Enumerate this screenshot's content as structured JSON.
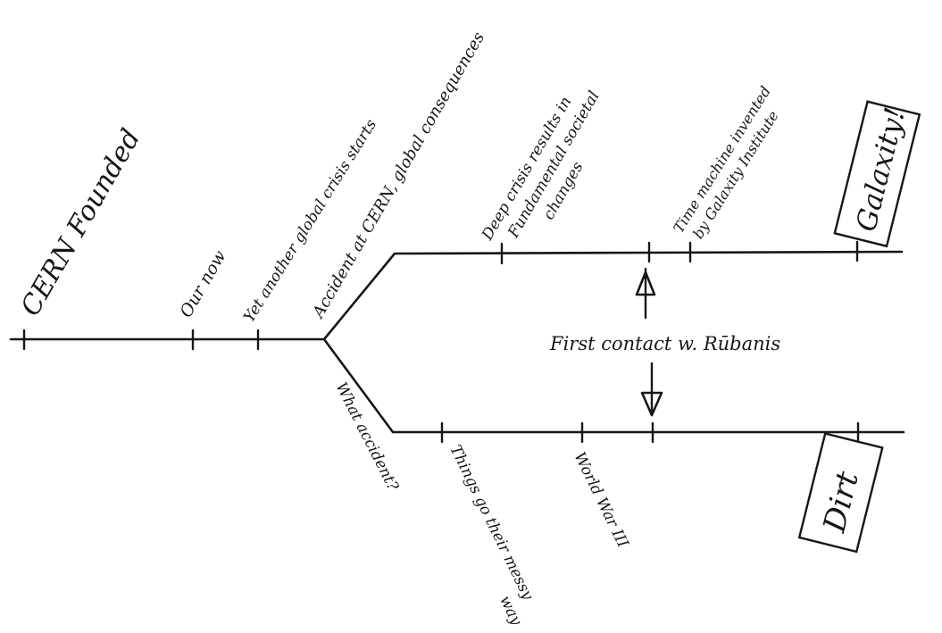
{
  "main_timeline": {
    "events": [
      {
        "key": "cern_founded",
        "label": "CERN Founded"
      },
      {
        "key": "our_now",
        "label": "Our now"
      },
      {
        "key": "yet_another_crisis",
        "label": "Yet another global crisis starts"
      },
      {
        "key": "accident_at_cern",
        "label": "Accident at CERN, global consequences"
      }
    ]
  },
  "upper_branch": {
    "events": [
      {
        "key": "deep_crisis",
        "lines": [
          "Deep crisis results in",
          "Fundamental societal",
          "changes"
        ]
      },
      {
        "key": "time_machine",
        "lines": [
          "Time machine invented",
          "by Galaxity Institute"
        ]
      }
    ],
    "outcome": "Galaxity!"
  },
  "lower_branch": {
    "events": [
      {
        "key": "what_accident",
        "label": "What accident?"
      },
      {
        "key": "things_go_their_way",
        "lines": [
          "Things go their messy",
          "way"
        ]
      },
      {
        "key": "world_war_iii",
        "label": "World War III"
      }
    ],
    "outcome": "Dirt"
  },
  "first_contact": {
    "label": "First contact w. Rūbanis"
  }
}
